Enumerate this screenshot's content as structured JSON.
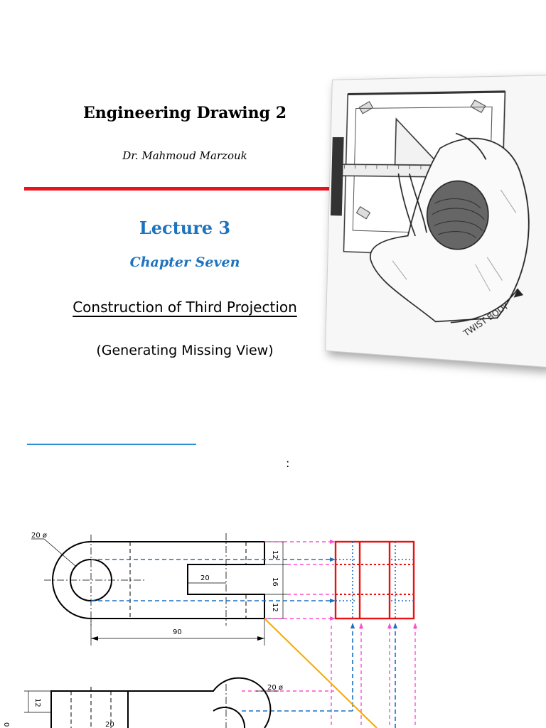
{
  "header": {
    "title": "Engineering Drawing 2",
    "author": "Dr. Mahmoud Marzouk"
  },
  "lecture": {
    "label": "Lecture 3",
    "chapter": "Chapter Seven",
    "topic": "Construction of Third Projection",
    "subtopic": "(Generating Missing View)"
  },
  "illustration": {
    "caption": "TWIST BODY"
  },
  "section": {
    "colon": ":"
  },
  "drawing": {
    "dims": {
      "hole_dia": "20 ø",
      "slot_len": "20",
      "overall_len": "90",
      "top_w": "12",
      "mid_w": "16",
      "bot_w": "12",
      "front_hole_dia": "20 ø",
      "front_h": "12",
      "front_slot": "20",
      "front_left": "0"
    },
    "colors": {
      "blue_proj": "#1b6fc2",
      "pink_proj": "#ff4fd0",
      "red_view": "#e81010",
      "miter": "#f5a800"
    }
  }
}
